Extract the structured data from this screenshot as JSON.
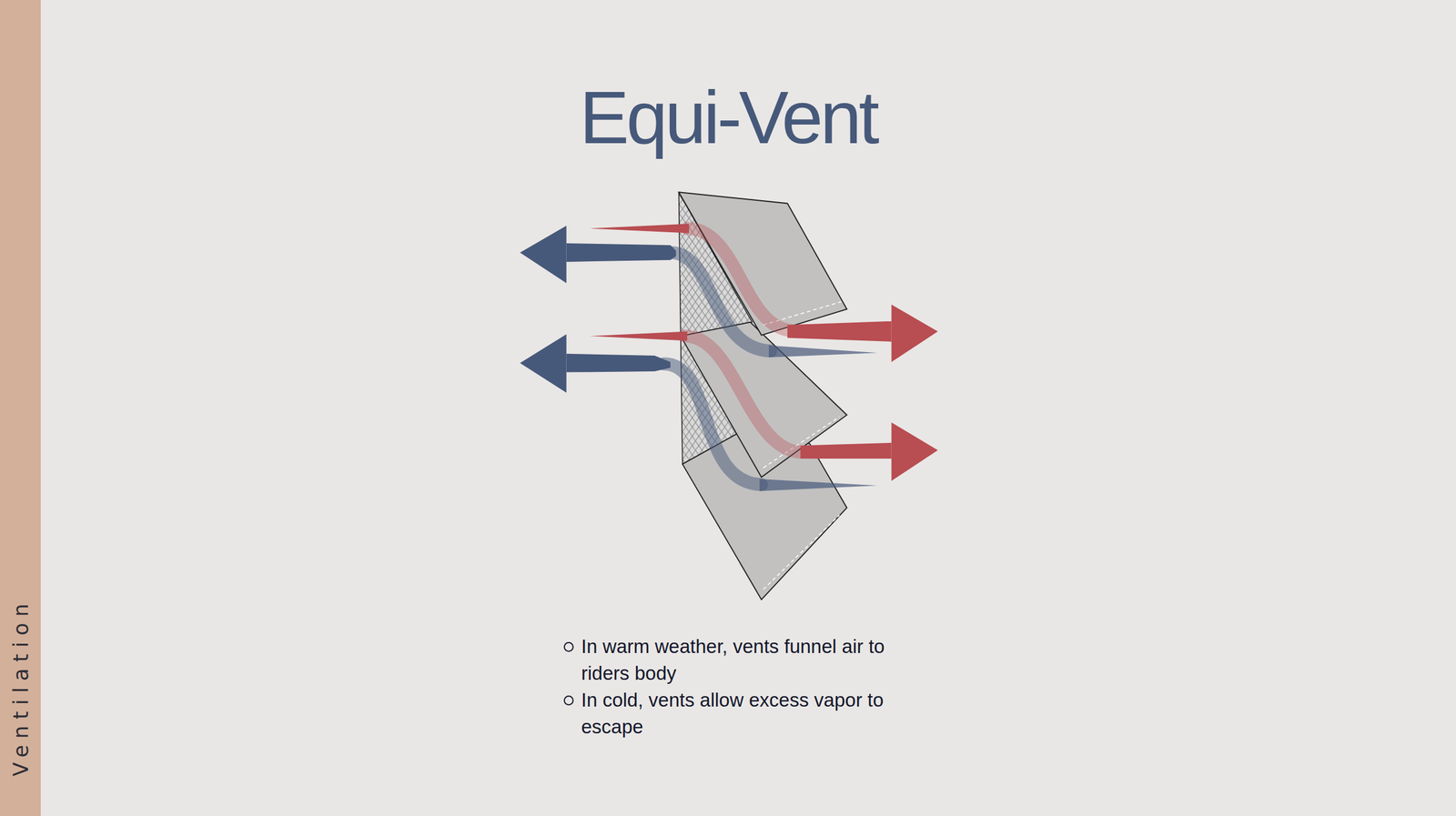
{
  "diagram": {
    "title": "Equi-Vent",
    "labels": [
      "Ventilation",
      "In warm weather, vents funnel air to riders body",
      "In cold, vents allow excess vapor to escape"
    ]
  }
}
